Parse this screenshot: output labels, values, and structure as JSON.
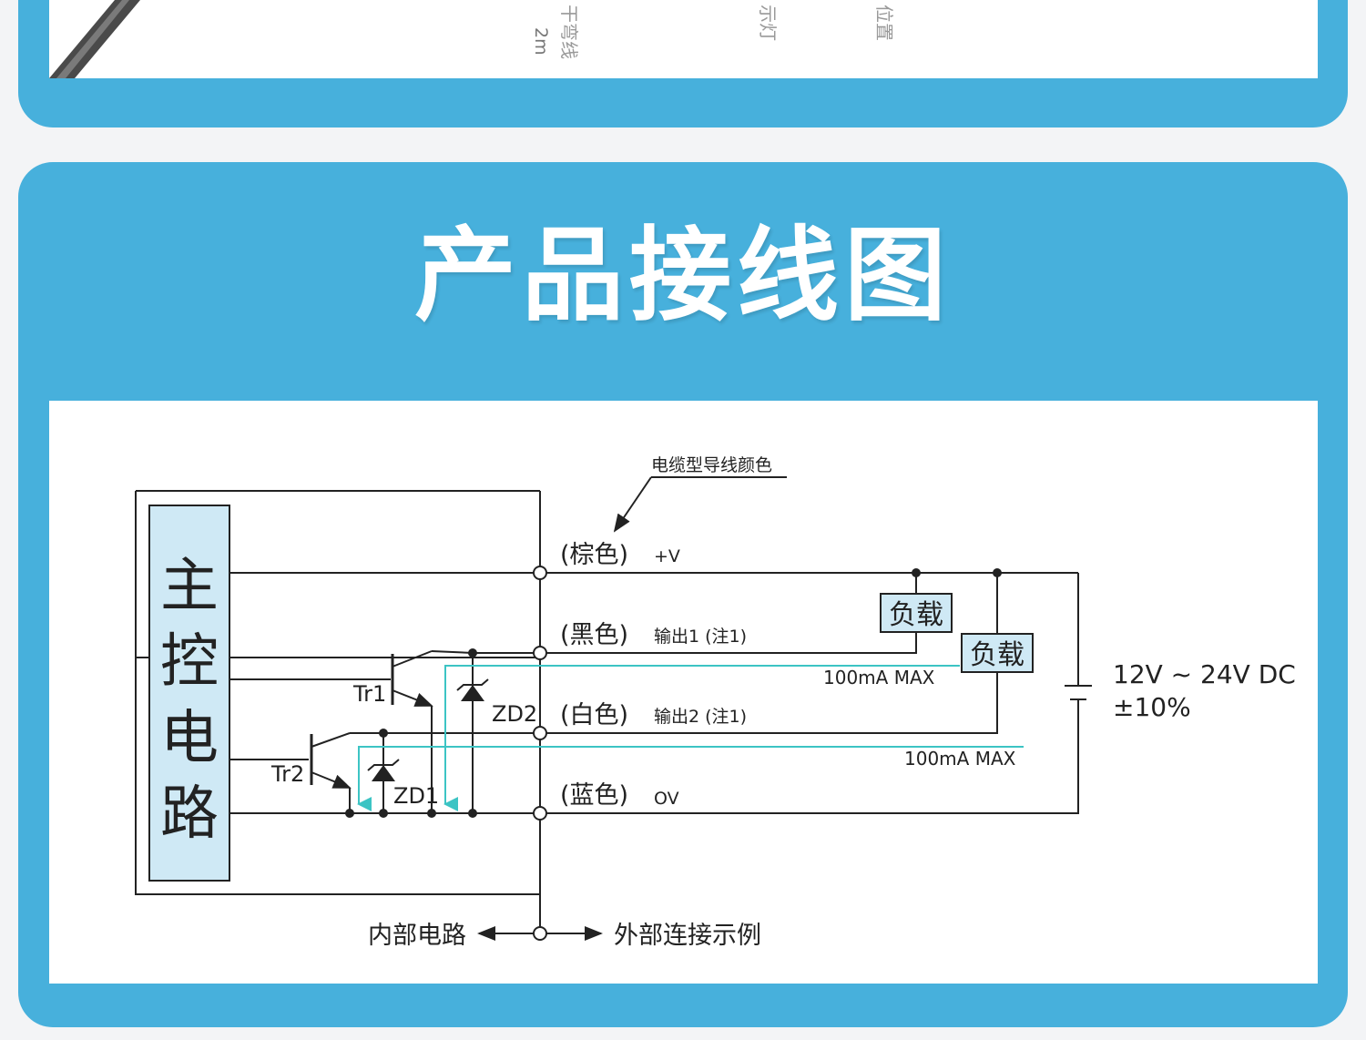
{
  "top_section": {
    "captions": [
      "2m",
      "干弯线",
      "示灯",
      "位置"
    ]
  },
  "title": "产品接线图",
  "diagram": {
    "cable_color_note": "电缆型导线颜色",
    "main_control_label": [
      "主",
      "控",
      "电",
      "路"
    ],
    "wires": [
      {
        "color": "(棕色)",
        "desc": "+V"
      },
      {
        "color": "(黑色)",
        "desc": "输出1 (注1)"
      },
      {
        "color": "(白色)",
        "desc": "输出2 (注1)"
      },
      {
        "color": "(蓝色)",
        "desc": "OV"
      }
    ],
    "transistors": {
      "tr1": "Tr1",
      "tr2": "Tr2"
    },
    "zeners": {
      "zd1": "ZD1",
      "zd2": "ZD2"
    },
    "loads": [
      "负载",
      "负载"
    ],
    "current_limits": [
      "100mA MAX",
      "100mA MAX"
    ],
    "supply": [
      "12V ~ 24V DC",
      "±10%"
    ],
    "legend": {
      "internal": "内部电路",
      "external": "外部连接示例"
    }
  }
}
